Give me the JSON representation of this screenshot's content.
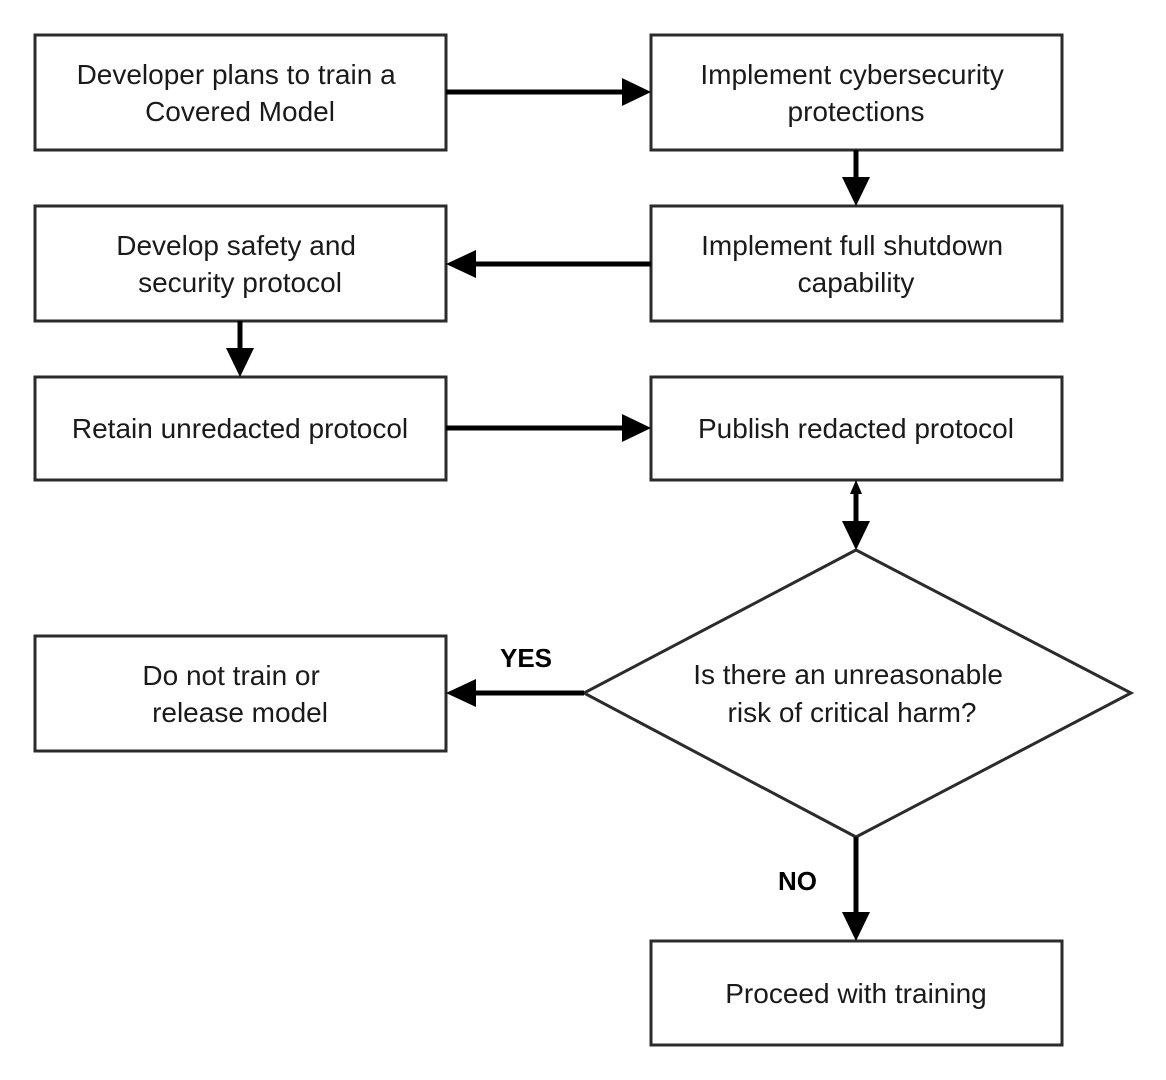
{
  "nodes": {
    "plan": {
      "lines": [
        "Developer plans to train a",
        "Covered Model"
      ]
    },
    "cyber": {
      "lines": [
        "Implement cybersecurity",
        "protections"
      ]
    },
    "shutdown": {
      "lines": [
        "Implement full shutdown",
        "capability"
      ]
    },
    "protocol": {
      "lines": [
        "Develop safety and",
        "security protocol"
      ]
    },
    "retain": {
      "lines": [
        "Retain unredacted protocol"
      ]
    },
    "publish": {
      "lines": [
        "Publish redacted protocol"
      ]
    },
    "decision": {
      "lines": [
        "Is there an unreasonable",
        "risk of critical harm?"
      ]
    },
    "stop": {
      "lines": [
        "Do not train or",
        "release model"
      ]
    },
    "proceed": {
      "lines": [
        "Proceed with training"
      ]
    }
  },
  "edge_labels": {
    "yes": "YES",
    "no": "NO"
  }
}
